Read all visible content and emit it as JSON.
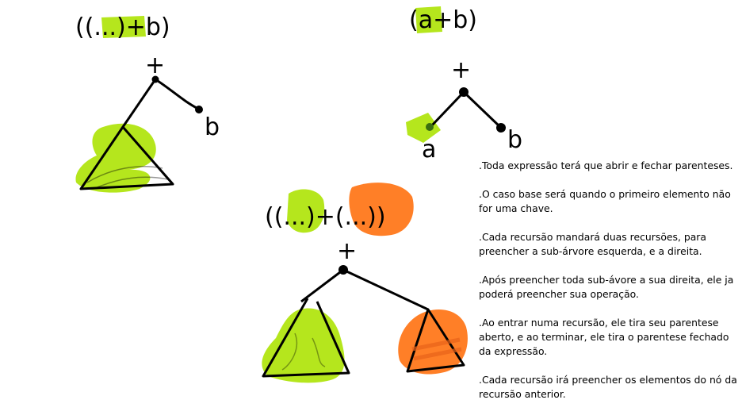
{
  "colors": {
    "green_fill": "#b5e61d",
    "orange_fill": "#ff7f27",
    "ink": "#000000"
  },
  "diagrams": {
    "top_left": {
      "expression": "((...)+b)",
      "operator": "+",
      "right_leaf": "b"
    },
    "top_right": {
      "expression": "(a+b)",
      "operator": "+",
      "left_leaf": "a",
      "right_leaf": "b"
    },
    "bottom": {
      "expression": "((...)+(...))",
      "operator": "+"
    }
  },
  "notes": [
    ".Toda expressão terá que abrir e fechar parenteses.",
    ".O caso base será quando o primeiro elemento não\nfor uma chave.",
    ".Cada recursão mandará duas recursões, para\npreencher a sub-árvore esquerda, e a direita.",
    ".Após preencher toda sub-ávore a sua direita, ele ja\npoderá preencher sua operação.",
    ".Ao entrar numa recursão, ele tira seu parentese\naberto, e ao terminar, ele tira o parentese fechado\nda expressão.",
    ".Cada recursão irá preencher os elementos do nó da\nrecursão anterior."
  ]
}
